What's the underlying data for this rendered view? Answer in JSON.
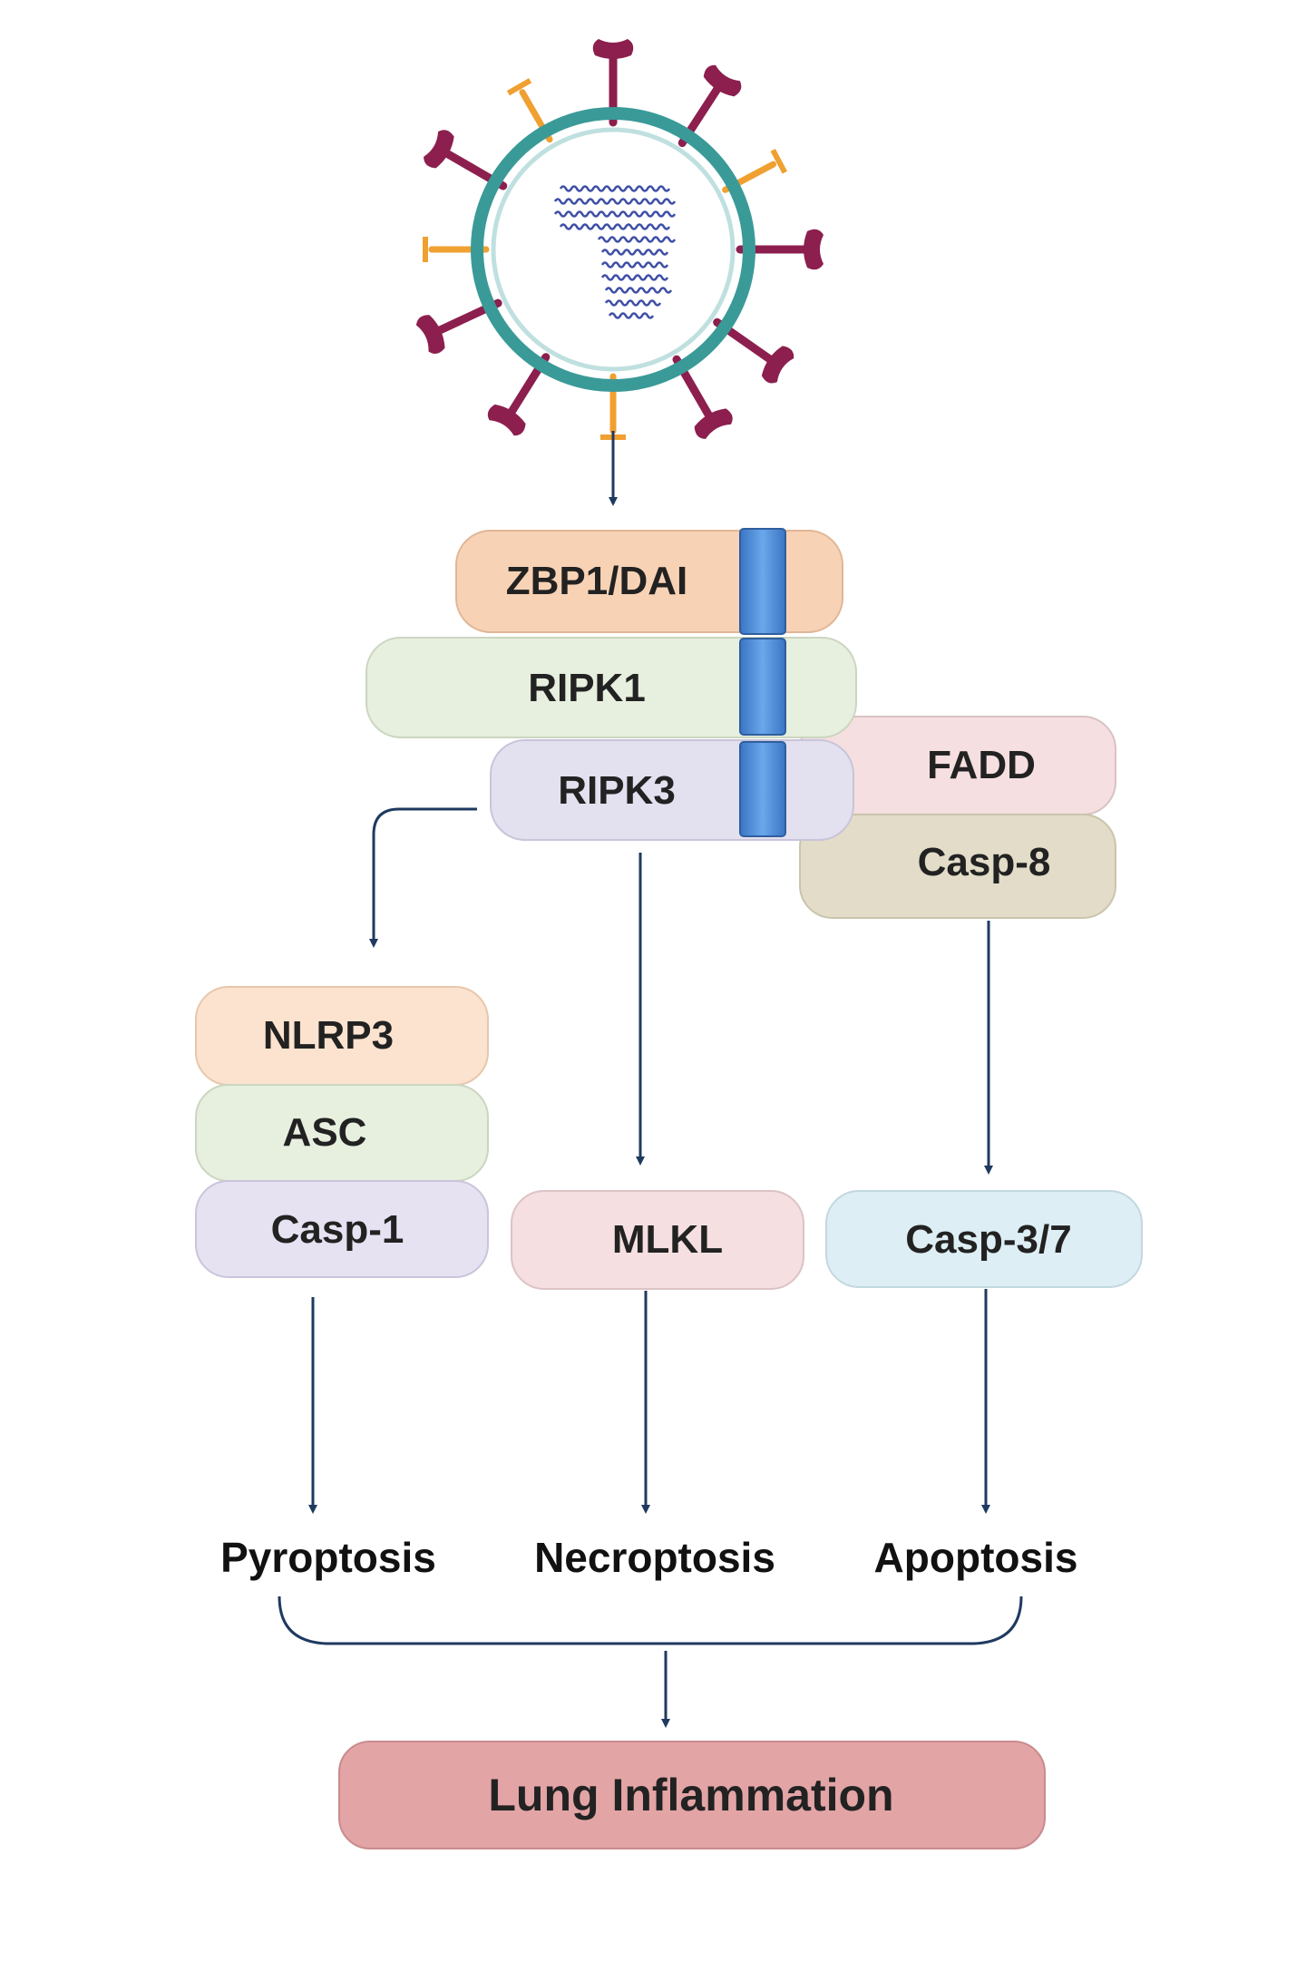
{
  "virus": {
    "icon": "virus-icon"
  },
  "complex": {
    "zbp1": "ZBP1/DAI",
    "ripk1": "RIPK1",
    "ripk3": "RIPK3",
    "fadd": "FADD",
    "casp8": "Casp-8"
  },
  "inflammasome": {
    "nlrp3": "NLRP3",
    "asc": "ASC",
    "casp1": "Casp-1"
  },
  "effectors": {
    "mlkl": "MLKL",
    "casp37": "Casp-3/7"
  },
  "outcomes": {
    "pyroptosis": "Pyroptosis",
    "necroptosis": "Necroptosis",
    "apoptosis": "Apoptosis"
  },
  "result": {
    "label": "Lung Inflammation"
  },
  "colors": {
    "arrow": "#1f3a5f",
    "rhim": "#4a86d4",
    "virus_ring": "#3a9a98",
    "spike": "#8c1f4e",
    "spike_alt": "#f0a030",
    "rna": "#3f4fa6"
  }
}
